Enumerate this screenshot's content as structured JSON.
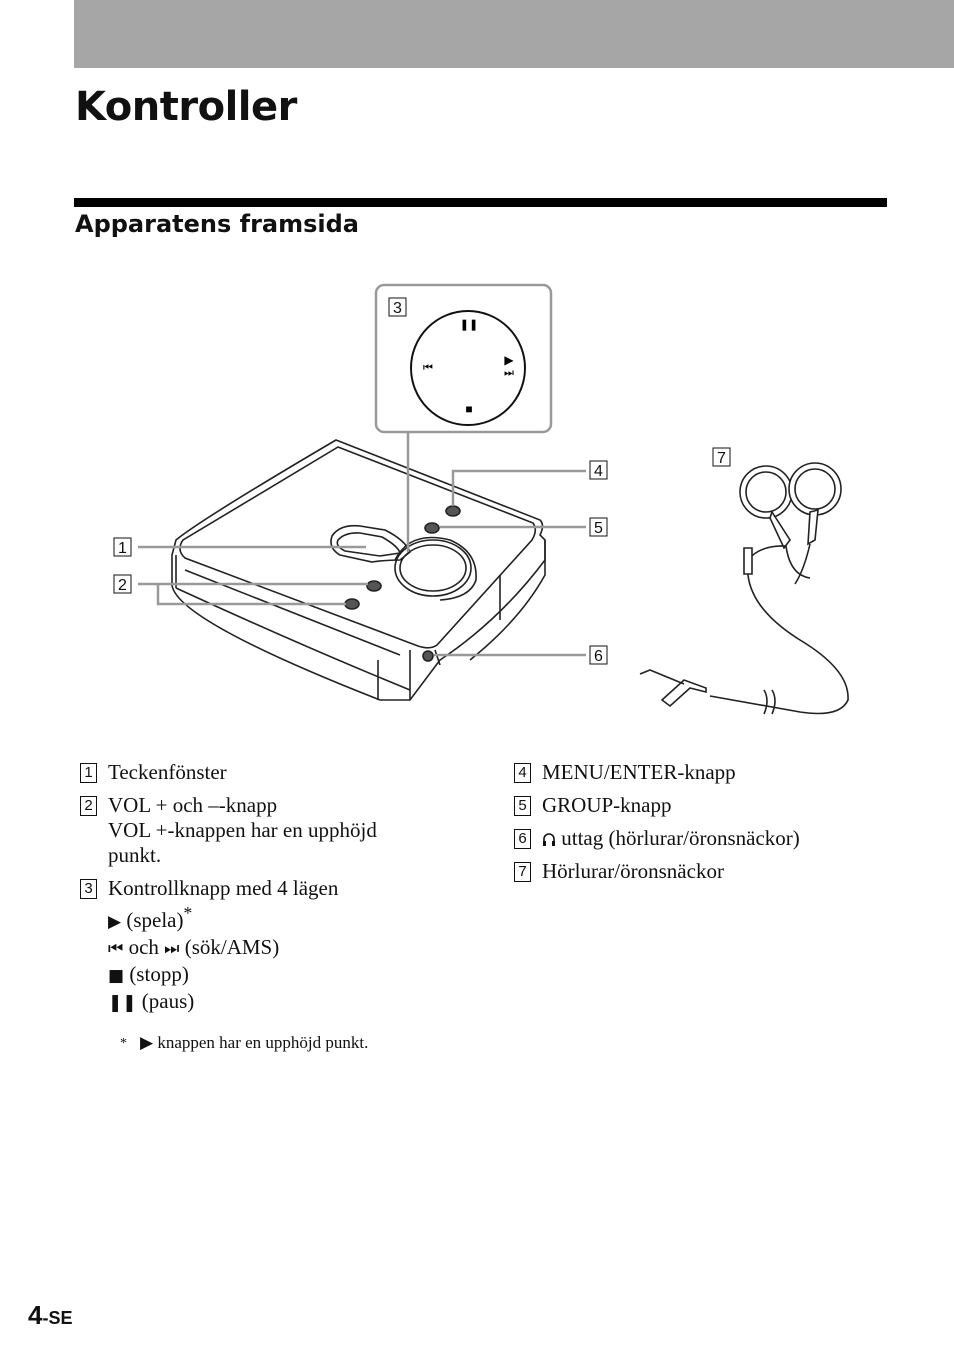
{
  "page": {
    "title": "Kontroller",
    "section_title": "Apparatens framsida",
    "page_number": "4",
    "page_suffix": "-SE"
  },
  "diagram": {
    "callouts": [
      "1",
      "2",
      "3",
      "4",
      "5",
      "6",
      "7"
    ],
    "control_glyphs": {
      "pause": "❚❚",
      "play": "▶",
      "prev": "⏮",
      "next": "⏭",
      "stop": "■"
    }
  },
  "legend": {
    "left": [
      {
        "num": "1",
        "lines": [
          "Teckenfönster"
        ]
      },
      {
        "num": "2",
        "lines": [
          "VOL + och –-knapp",
          "VOL +-knappen har en upphöjd",
          "punkt."
        ]
      },
      {
        "num": "3",
        "lines": [
          "Kontrollknapp med 4 lägen"
        ],
        "modes": {
          "play_text": "(spela)",
          "play_mark": "*",
          "seek_and": "och",
          "seek_text": "(sök/AMS)",
          "stop_text": "(stopp)",
          "pause_text": "(paus)"
        }
      }
    ],
    "right": [
      {
        "num": "4",
        "lines": [
          "MENU/ENTER-knapp"
        ]
      },
      {
        "num": "5",
        "lines": [
          "GROUP-knapp"
        ]
      },
      {
        "num": "6",
        "lines": [
          "uttag (hörlurar/öronsnäckor)"
        ],
        "icon": "headphones-icon"
      },
      {
        "num": "7",
        "lines": [
          "Hörlurar/öronsnäckor"
        ]
      }
    ],
    "footnote": {
      "star": "*",
      "text": "knappen har en upphöjd punkt."
    }
  },
  "glyphs": {
    "play": "▶",
    "prev": "⏮",
    "next": "⏭",
    "stop": "■",
    "pause": "❚❚",
    "headphones": "🎧"
  }
}
